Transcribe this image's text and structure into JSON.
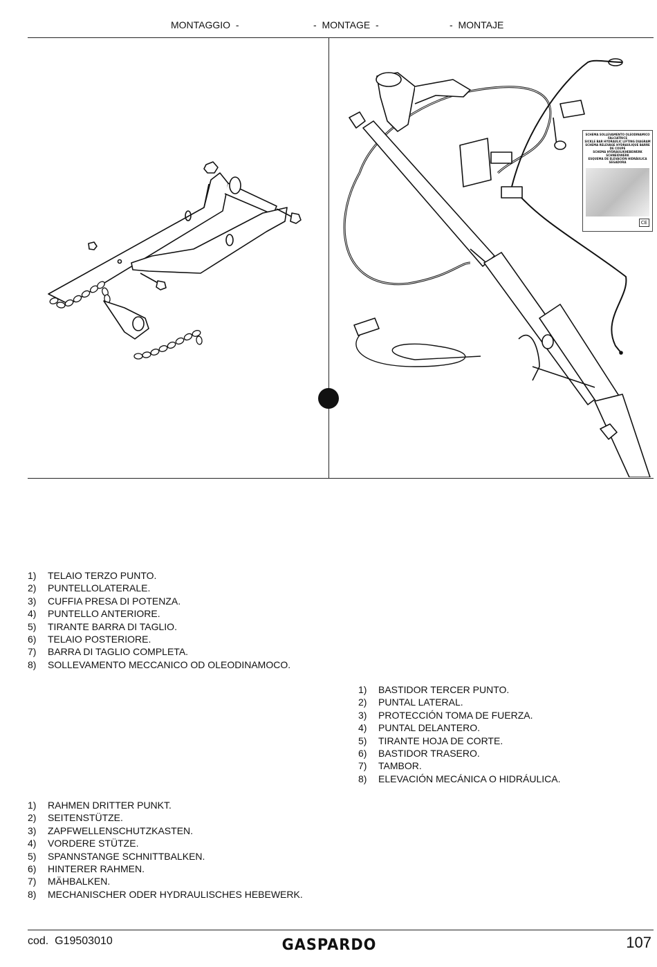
{
  "header": {
    "it": "MONTAGGIO  -",
    "de": "-  MONTAGE  -",
    "es": "-  MONTAJE"
  },
  "italian_list": [
    {
      "num": "1)",
      "text": "TELAIO TERZO PUNTO."
    },
    {
      "num": "2)",
      "text": "PUNTELLOLATERALE."
    },
    {
      "num": "3)",
      "text": "CUFFIA PRESA DI POTENZA."
    },
    {
      "num": "4)",
      "text": "PUNTELLO ANTERIORE."
    },
    {
      "num": "5)",
      "text": "TIRANTE BARRA DI TAGLIO."
    },
    {
      "num": "6)",
      "text": "TELAIO POSTERIORE."
    },
    {
      "num": "7)",
      "text": "BARRA DI TAGLIO COMPLETA."
    },
    {
      "num": "8)",
      "text": "SOLLEVAMENTO MECCANICO OD OLEODINAMOCO."
    }
  ],
  "spanish_list": [
    {
      "num": "1)",
      "text": "BASTIDOR TERCER PUNTO."
    },
    {
      "num": "2)",
      "text": "PUNTAL LATERAL."
    },
    {
      "num": "3)",
      "text": "PROTECCIÓN TOMA DE FUERZA."
    },
    {
      "num": "4)",
      "text": "PUNTAL DELANTERO."
    },
    {
      "num": "5)",
      "text": "TIRANTE HOJA DE CORTE."
    },
    {
      "num": "6)",
      "text": "BASTIDOR TRASERO."
    },
    {
      "num": "7)",
      "text": "TAMBOR."
    },
    {
      "num": "8)",
      "text": "ELEVACIÓN MECÁNICA O HIDRÁULICA."
    }
  ],
  "german_list": [
    {
      "num": "1)",
      "text": "RAHMEN DRITTER PUNKT."
    },
    {
      "num": "2)",
      "text": "SEITENSTÜTZE."
    },
    {
      "num": "3)",
      "text": "ZAPFWELLENSCHUTZKASTEN."
    },
    {
      "num": "4)",
      "text": "VORDERE STÜTZE."
    },
    {
      "num": "5)",
      "text": "SPANNSTANGE SCHNITTBALKEN."
    },
    {
      "num": "6)",
      "text": "HINTERER RAHMEN."
    },
    {
      "num": "7)",
      "text": "MÄHBALKEN."
    },
    {
      "num": "8)",
      "text": "MECHANISCHER ODER HYDRAULISCHES  HEBEWERK."
    }
  ],
  "footer": {
    "code": "cod.  G19503010",
    "logo": "GASPARDO",
    "page": "107"
  },
  "manual_booklet": {
    "title_lines": [
      "SCHEMA SOLLEVAMENTO OLEODINAMICO FALCIATRICE",
      "SICKLE BAR HYDRAULIC LIFTING DIAGRAM",
      "SCHEMA RELEVAGE HYDRAULIQUE BARRE DE COUPE",
      "SCHEMA HYDRAULIKHEBEWERK SCHNEIDWERK",
      "ESQUEMA DE ELEVACIÓN HIDRÁULICA SEGADORA"
    ],
    "badge": "CE"
  }
}
